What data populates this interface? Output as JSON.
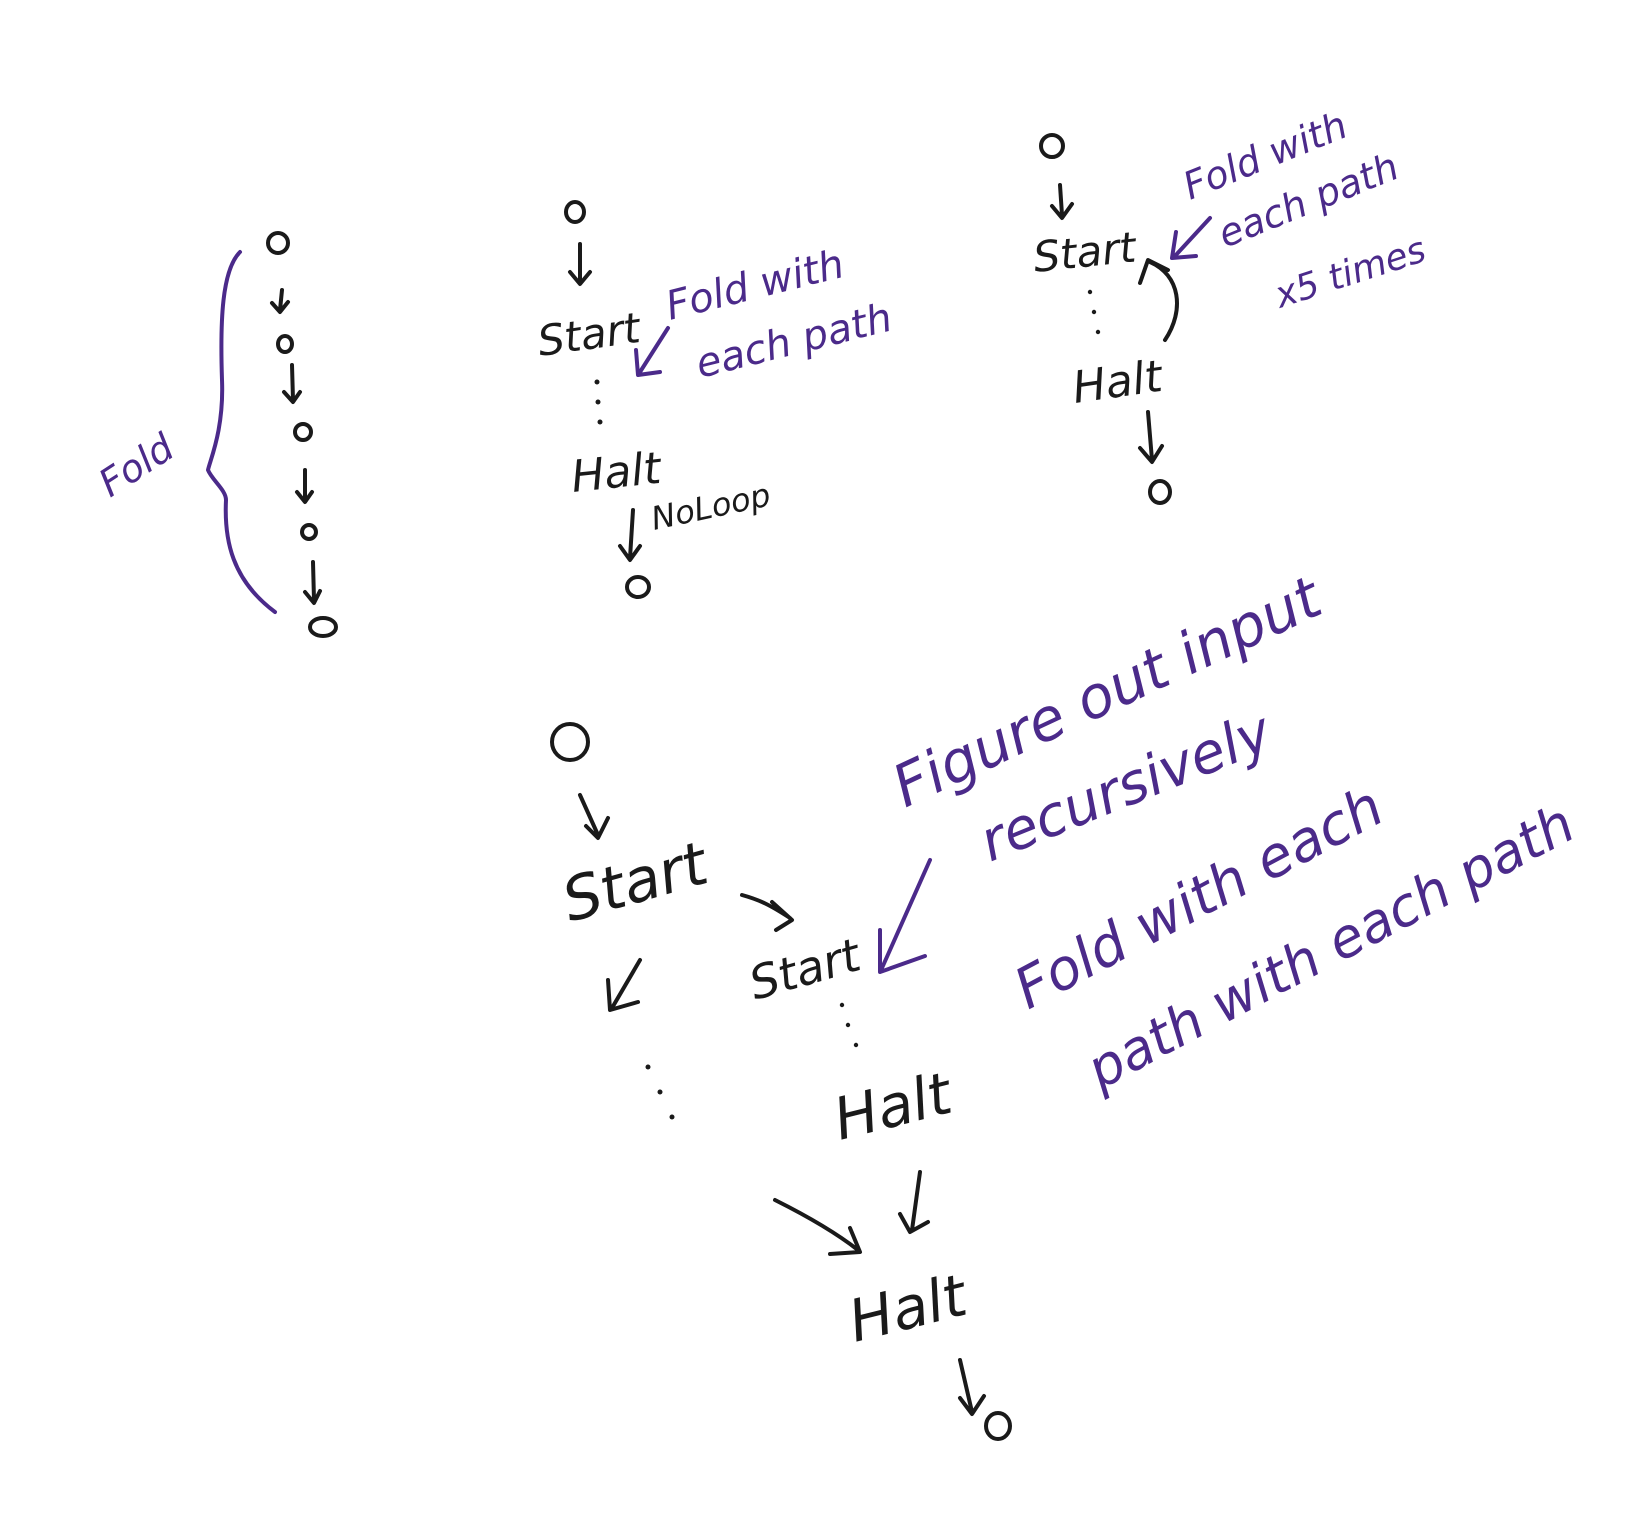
{
  "colors": {
    "ink": "#1a1a1a",
    "annotation": "#4b2a8a",
    "background": "#ffffff"
  },
  "diagram_1": {
    "node_label": "o",
    "brace_label": "Fold"
  },
  "diagram_2": {
    "top_node": "o",
    "start_label": "Start",
    "halt_label": "Halt",
    "edge_label": "NoLoop",
    "bottom_node": "o",
    "note_line1": "Fold with",
    "note_line2": "each path"
  },
  "diagram_3": {
    "top_node": "o",
    "start_label": "Start",
    "halt_label": "Halt",
    "bottom_node": "o",
    "note_line1": "Fold with",
    "note_line2": "each path",
    "note_line3": "x5 times"
  },
  "diagram_4": {
    "top_node": "o",
    "start_outer": "Start",
    "start_inner": "Start",
    "halt_inner": "Halt",
    "halt_outer": "Halt",
    "bottom_node": "o",
    "note_a_line1": "Figure out input",
    "note_a_line2": "recursively",
    "note_b_line1": "Fold with each",
    "note_b_line2": "path with each path"
  }
}
